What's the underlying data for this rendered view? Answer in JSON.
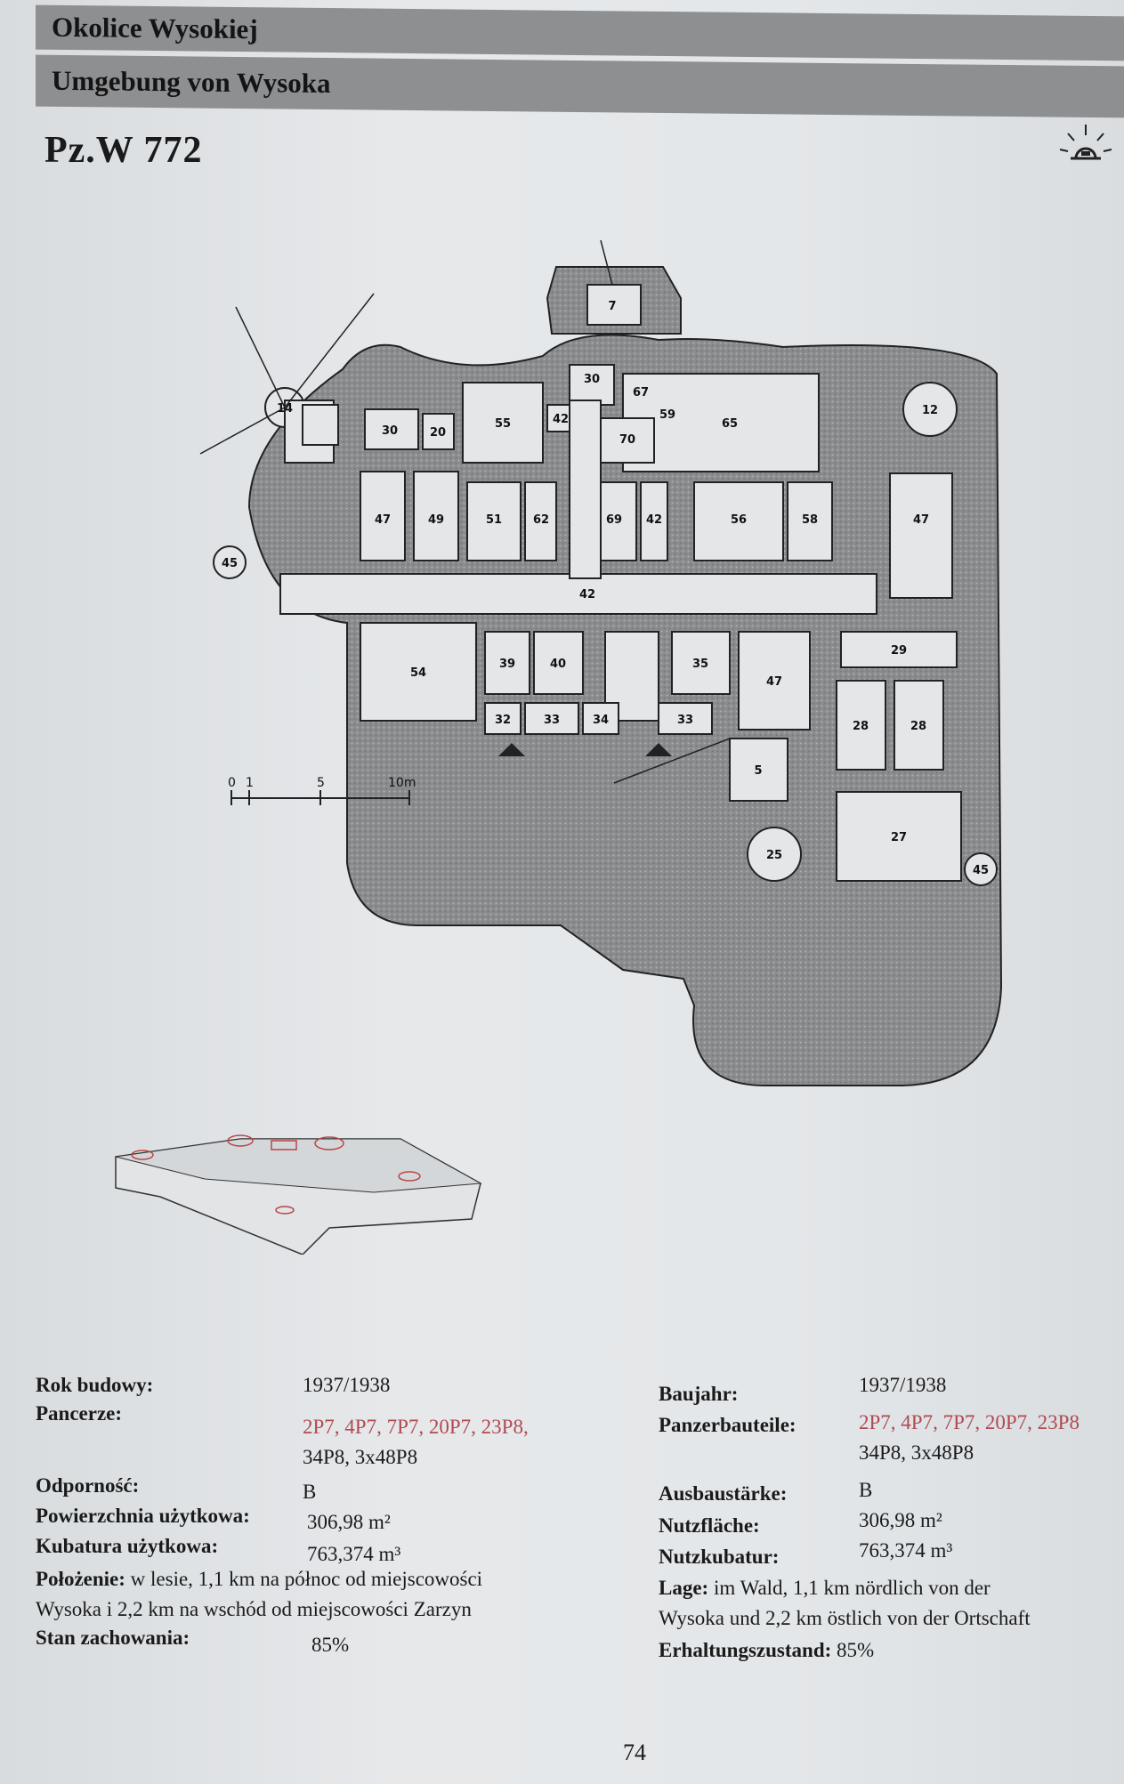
{
  "header": {
    "line1": "Okolice Wysokiej",
    "line2": "Umgebung von Wysoka"
  },
  "title": "Pz.W 772",
  "plan": {
    "rooms": [
      "7",
      "14",
      "30",
      "30",
      "20",
      "55",
      "42",
      "67",
      "59",
      "65",
      "12",
      "70",
      "47",
      "49",
      "51",
      "62",
      "69",
      "42",
      "56",
      "58",
      "47",
      "45",
      "42",
      "54",
      "39",
      "40",
      "35",
      "47",
      "29",
      "32",
      "33",
      "34",
      "33",
      "28",
      "28",
      "5",
      "25",
      "27",
      "45"
    ],
    "scale": [
      "0",
      "1",
      "5",
      "10m"
    ]
  },
  "info_pl": {
    "rok_label": "Rok budowy:",
    "rok_value": "1937/1938",
    "pancerze_label": "Pancerze:",
    "pancerze_line1": "2P7, 4P7, 7P7, 20P7, 23P8,",
    "pancerze_line2": "34P8, 3x48P8",
    "odpornosc_label": "Odporność:",
    "odpornosc_value": "B",
    "pow_label": "Powierzchnia użytkowa:",
    "pow_value": "306,98 m²",
    "kub_label": "Kubatura użytkowa:",
    "kub_value": "763,374 m³",
    "poloz_label": "Położenie:",
    "poloz_value": "w lesie, 1,1 km na północ od miejscowości",
    "poloz_value2": "Wysoka i 2,2 km na wschód od miejscowości Zarzyn",
    "stan_label": "Stan zachowania:",
    "stan_value": "85%"
  },
  "info_de": {
    "baujahr_label": "Baujahr:",
    "baujahr_value": "1937/1938",
    "panzer_label": "Panzerbauteile:",
    "panzer_line1": "2P7, 4P7, 7P7, 20P7, 23P8",
    "panzer_line2": "34P8, 3x48P8",
    "ausbau_label": "Ausbaustärke:",
    "ausbau_value": "B",
    "nutzfl_label": "Nutzfläche:",
    "nutzfl_value": "306,98 m²",
    "nutzkub_label": "Nutzkubatur:",
    "nutzkub_value": "763,374 m³",
    "lage_label": "Lage:",
    "lage_value": "im Wald, 1,1 km nördlich von der",
    "lage_value2": "Wysoka und 2,2 km östlich von der Ortschaft",
    "erh_label": "Erhaltungszustand:",
    "erh_value": "85%"
  },
  "page_number": "74"
}
